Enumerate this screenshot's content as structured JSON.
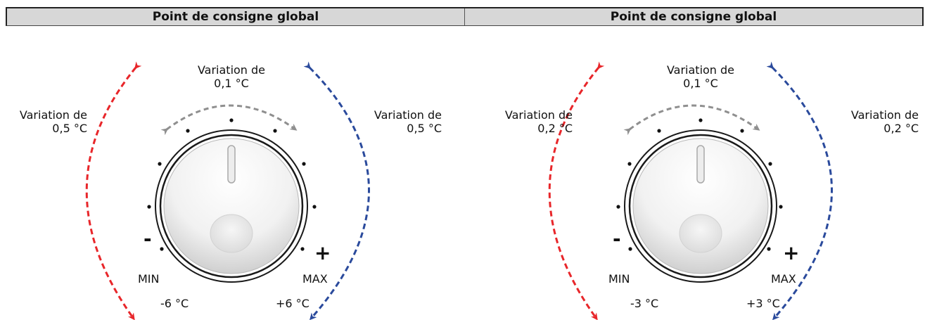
{
  "header": {
    "left_title": "Point de consigne global",
    "right_title": "Point de consigne global"
  },
  "panels": [
    {
      "top_label_line1": "Variation de",
      "top_label_line2": "0,1 °C",
      "left_label_line1": "Variation de",
      "left_label_line2": "0,5 °C",
      "right_label_line1": "Variation de",
      "right_label_line2": "0,5 °C",
      "minus": "-",
      "plus": "+",
      "min_label": "MIN",
      "max_label": "MAX",
      "min_value": "-6 °C",
      "max_value": "+6 °C"
    },
    {
      "top_label_line1": "Variation de",
      "top_label_line2": "0,1 °C",
      "left_label_line1": "Variation de",
      "left_label_line2": "0,2 °C",
      "right_label_line1": "Variation de",
      "right_label_line2": "0,2 °C",
      "minus": "-",
      "plus": "+",
      "min_label": "MIN",
      "max_label": "MAX",
      "min_value": "-3 °C",
      "max_value": "+3 °C"
    }
  ],
  "colors": {
    "red_arrow": "#e8262a",
    "blue_arrow": "#2a4a9c",
    "gray_arrow": "#8f8f8f",
    "header_bg": "#d7d7d7"
  }
}
